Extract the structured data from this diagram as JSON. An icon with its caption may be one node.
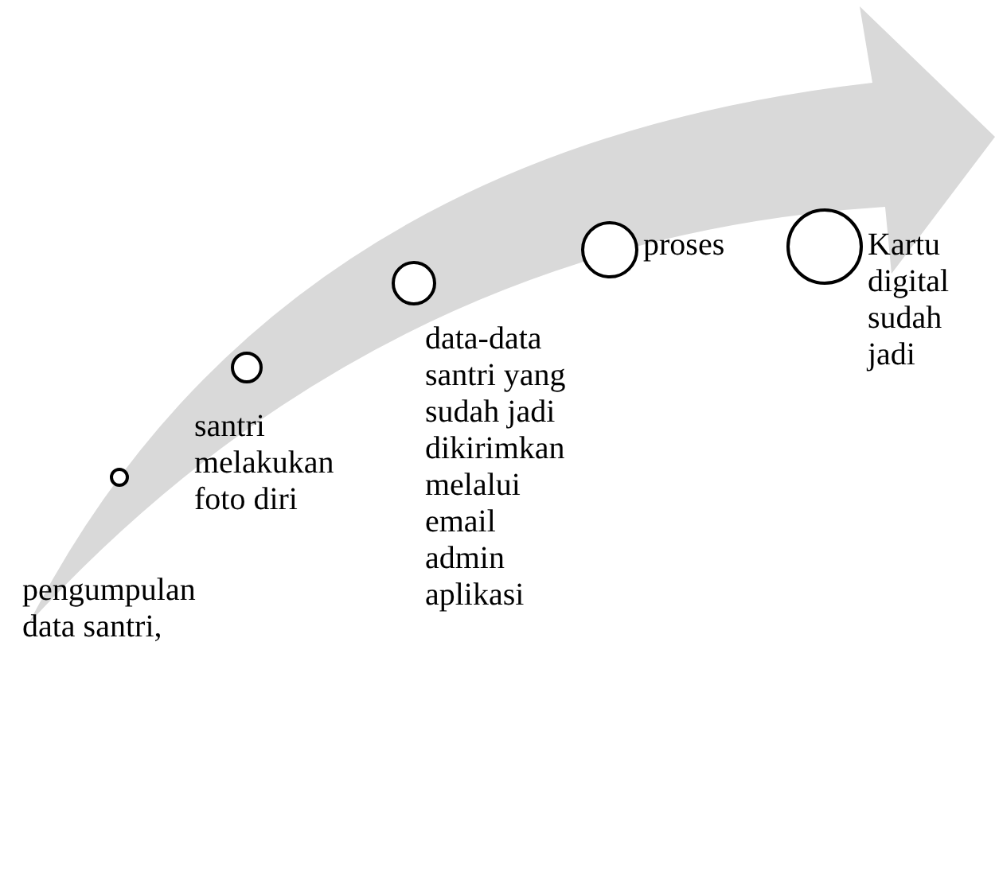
{
  "diagram": {
    "nodes": [
      {
        "text": [],
        "shape": "circle",
        "beside": [
          "pengumpulan data santri,"
        ]
      },
      {
        "text": [],
        "shape": "circle",
        "beside": [
          "santri melakukan foto diri"
        ]
      },
      {
        "text": [],
        "shape": "circle",
        "beside": [
          "data-data santri yang sudah jadi dikirimkan melalui email admin aplikasi"
        ]
      },
      {
        "text": [],
        "shape": "circle",
        "beside": [
          "proses"
        ]
      },
      {
        "text": [],
        "shape": "circle",
        "beside": [
          "Kartu digital sudah jadi"
        ]
      }
    ]
  }
}
